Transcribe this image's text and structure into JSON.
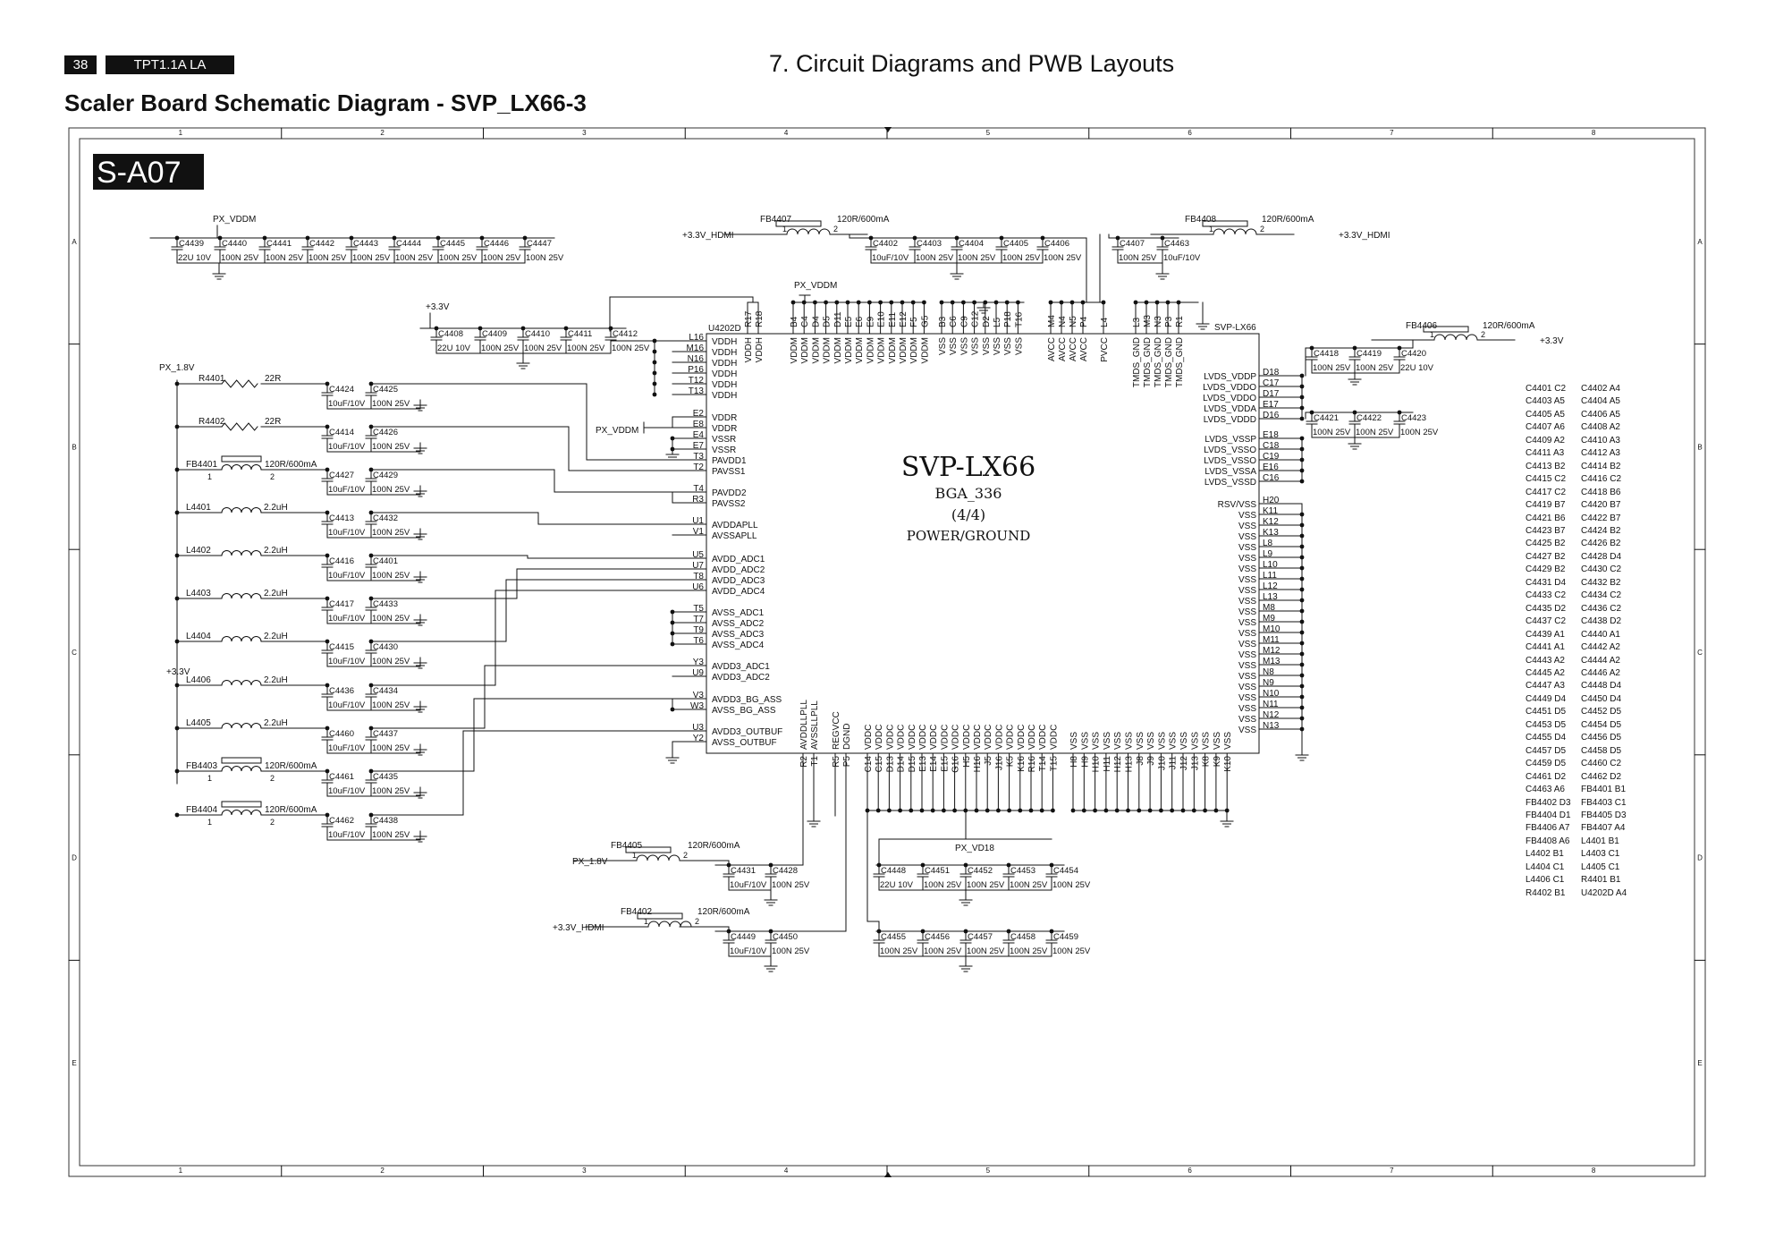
{
  "header": {
    "page_number": "38",
    "model": "TPT1.1A LA",
    "chapter": "7. Circuit Diagrams and PWB Layouts",
    "title": "Scaler Board Schematic Diagram - SVP_LX66-3"
  },
  "frame": {
    "columns": [
      "1",
      "2",
      "3",
      "4",
      "5",
      "6",
      "7",
      "8"
    ],
    "rows": [
      "A",
      "B",
      "C",
      "D",
      "E"
    ]
  },
  "sheet_id": "S-A07",
  "chip": {
    "ref": "U4202D",
    "name": "SVP-LX66",
    "package": "BGA_336",
    "part": "(4/4)",
    "function": "POWER/GROUND",
    "left_pins": [
      {
        "num": "L16",
        "name": "VDDH"
      },
      {
        "num": "M16",
        "name": "VDDH"
      },
      {
        "num": "N16",
        "name": "VDDH"
      },
      {
        "num": "P16",
        "name": "VDDH"
      },
      {
        "num": "T12",
        "name": "VDDH"
      },
      {
        "num": "T13",
        "name": "VDDH"
      },
      {
        "num": "E2",
        "name": "VDDR"
      },
      {
        "num": "E8",
        "name": "VDDR"
      },
      {
        "num": "E4",
        "name": "VSSR"
      },
      {
        "num": "E7",
        "name": "VSSR"
      },
      {
        "num": "T3",
        "name": "PAVDD1"
      },
      {
        "num": "T2",
        "name": "PAVSS1"
      },
      {
        "num": "T4",
        "name": "PAVDD2"
      },
      {
        "num": "R3",
        "name": "PAVSS2"
      },
      {
        "num": "U1",
        "name": "AVDDAPLL"
      },
      {
        "num": "V1",
        "name": "AVSSAPLL"
      },
      {
        "num": "U5",
        "name": "AVDD_ADC1"
      },
      {
        "num": "U7",
        "name": "AVDD_ADC2"
      },
      {
        "num": "T8",
        "name": "AVDD_ADC3"
      },
      {
        "num": "U6",
        "name": "AVDD_ADC4"
      },
      {
        "num": "T5",
        "name": "AVSS_ADC1"
      },
      {
        "num": "T7",
        "name": "AVSS_ADC2"
      },
      {
        "num": "T9",
        "name": "AVSS_ADC3"
      },
      {
        "num": "T6",
        "name": "AVSS_ADC4"
      },
      {
        "num": "Y3",
        "name": "AVDD3_ADC1"
      },
      {
        "num": "U9",
        "name": "AVDD3_ADC2"
      },
      {
        "num": "V3",
        "name": "AVDD3_BG_ASS"
      },
      {
        "num": "W3",
        "name": "AVSS_BG_ASS"
      },
      {
        "num": "U3",
        "name": "AVDD3_OUTBUF"
      },
      {
        "num": "Y2",
        "name": "AVSS_OUTBUF"
      }
    ],
    "right_pins": [
      {
        "num": "D18",
        "name": "LVDS_VDDP"
      },
      {
        "num": "C17",
        "name": "LVDS_VDDO"
      },
      {
        "num": "D17",
        "name": "LVDS_VDDO"
      },
      {
        "num": "E17",
        "name": "LVDS_VDDA"
      },
      {
        "num": "D16",
        "name": "LVDS_VDDD"
      },
      {
        "num": "E18",
        "name": "LVDS_VSSP"
      },
      {
        "num": "C18",
        "name": "LVDS_VSSO"
      },
      {
        "num": "C19",
        "name": "LVDS_VSSO"
      },
      {
        "num": "E16",
        "name": "LVDS_VSSA"
      },
      {
        "num": "C16",
        "name": "LVDS_VSSD"
      },
      {
        "num": "H20",
        "name": "RSV/VSS"
      },
      {
        "num": "K11",
        "name": "VSS"
      },
      {
        "num": "K12",
        "name": "VSS"
      },
      {
        "num": "K13",
        "name": "VSS"
      },
      {
        "num": "L8",
        "name": "VSS"
      },
      {
        "num": "L9",
        "name": "VSS"
      },
      {
        "num": "L10",
        "name": "VSS"
      },
      {
        "num": "L11",
        "name": "VSS"
      },
      {
        "num": "L12",
        "name": "VSS"
      },
      {
        "num": "L13",
        "name": "VSS"
      },
      {
        "num": "M8",
        "name": "VSS"
      },
      {
        "num": "M9",
        "name": "VSS"
      },
      {
        "num": "M10",
        "name": "VSS"
      },
      {
        "num": "M11",
        "name": "VSS"
      },
      {
        "num": "M12",
        "name": "VSS"
      },
      {
        "num": "M13",
        "name": "VSS"
      },
      {
        "num": "N8",
        "name": "VSS"
      },
      {
        "num": "N9",
        "name": "VSS"
      },
      {
        "num": "N10",
        "name": "VSS"
      },
      {
        "num": "N11",
        "name": "VSS"
      },
      {
        "num": "N12",
        "name": "VSS"
      },
      {
        "num": "N13",
        "name": "VSS"
      }
    ],
    "top_pins": [
      {
        "num": "R17",
        "name": "VDDH"
      },
      {
        "num": "R18",
        "name": "VDDH"
      },
      {
        "num": "B4",
        "name": "VDDM"
      },
      {
        "num": "C4",
        "name": "VDDM"
      },
      {
        "num": "D4",
        "name": "VDDM"
      },
      {
        "num": "D5",
        "name": "VDDM"
      },
      {
        "num": "D11",
        "name": "VDDM"
      },
      {
        "num": "E5",
        "name": "VDDM"
      },
      {
        "num": "E6",
        "name": "VDDM"
      },
      {
        "num": "E9",
        "name": "VDDM"
      },
      {
        "num": "E10",
        "name": "VDDM"
      },
      {
        "num": "E11",
        "name": "VDDM"
      },
      {
        "num": "E12",
        "name": "VDDM"
      },
      {
        "num": "F5",
        "name": "VDDM"
      },
      {
        "num": "G5",
        "name": "VDDM"
      },
      {
        "num": "B3",
        "name": "VSS"
      },
      {
        "num": "C6",
        "name": "VSS"
      },
      {
        "num": "C9",
        "name": "VSS"
      },
      {
        "num": "C12",
        "name": "VSS"
      },
      {
        "num": "D2",
        "name": "VSS"
      },
      {
        "num": "L5",
        "name": "VSS"
      },
      {
        "num": "P18",
        "name": "VSS"
      },
      {
        "num": "T16",
        "name": "VSS"
      },
      {
        "num": "M4",
        "name": "AVCC"
      },
      {
        "num": "N4",
        "name": "AVCC"
      },
      {
        "num": "N5",
        "name": "AVCC"
      },
      {
        "num": "P4",
        "name": "AVCC"
      },
      {
        "num": "L4",
        "name": "PVCC"
      },
      {
        "num": "L3",
        "name": "TMDS_GND"
      },
      {
        "num": "M3",
        "name": "TMDS_GND"
      },
      {
        "num": "N3",
        "name": "TMDS_GND"
      },
      {
        "num": "P3",
        "name": "TMDS_GND"
      },
      {
        "num": "R1",
        "name": "TMDS_GND"
      }
    ],
    "bottom_pins": [
      {
        "num": "R2",
        "name": "AVDDLLPLL"
      },
      {
        "num": "T1",
        "name": "AVSSLLPLL"
      },
      {
        "num": "R5",
        "name": "REGVCC"
      },
      {
        "num": "P5",
        "name": "DGND"
      },
      {
        "num": "C14",
        "name": "VDDC"
      },
      {
        "num": "C15",
        "name": "VDDC"
      },
      {
        "num": "D13",
        "name": "VDDC"
      },
      {
        "num": "D14",
        "name": "VDDC"
      },
      {
        "num": "D15",
        "name": "VDDC"
      },
      {
        "num": "E13",
        "name": "VDDC"
      },
      {
        "num": "E14",
        "name": "VDDC"
      },
      {
        "num": "E15",
        "name": "VDDC"
      },
      {
        "num": "G16",
        "name": "VDDC"
      },
      {
        "num": "H5",
        "name": "VDDC"
      },
      {
        "num": "H16",
        "name": "VDDC"
      },
      {
        "num": "J5",
        "name": "VDDC"
      },
      {
        "num": "J16",
        "name": "VDDC"
      },
      {
        "num": "K5",
        "name": "VDDC"
      },
      {
        "num": "K16",
        "name": "VDDC"
      },
      {
        "num": "R16",
        "name": "VDDC"
      },
      {
        "num": "T14",
        "name": "VDDC"
      },
      {
        "num": "T15",
        "name": "VDDC"
      },
      {
        "num": "H8",
        "name": "VSS"
      },
      {
        "num": "H9",
        "name": "VSS"
      },
      {
        "num": "H10",
        "name": "VSS"
      },
      {
        "num": "H11",
        "name": "VSS"
      },
      {
        "num": "H12",
        "name": "VSS"
      },
      {
        "num": "H13",
        "name": "VSS"
      },
      {
        "num": "J8",
        "name": "VSS"
      },
      {
        "num": "J9",
        "name": "VSS"
      },
      {
        "num": "J10",
        "name": "VSS"
      },
      {
        "num": "J11",
        "name": "VSS"
      },
      {
        "num": "J12",
        "name": "VSS"
      },
      {
        "num": "J13",
        "name": "VSS"
      },
      {
        "num": "K8",
        "name": "VSS"
      },
      {
        "num": "K9",
        "name": "VSS"
      },
      {
        "num": "K10",
        "name": "VSS"
      }
    ]
  },
  "nets": {
    "px_vddm": "PX_VDDM",
    "v33_hdmi": "+3.3V_HDMI",
    "v33": "+3.3V",
    "px_18v": "PX_1.8V",
    "px_vd18": "PX_VD18",
    "svp_lx66": "SVP-LX66"
  },
  "cap_rows": [
    {
      "refs": [
        "C4439",
        "C4440",
        "C4441",
        "C4442",
        "C4443",
        "C4444",
        "C4445",
        "C4446",
        "C4447"
      ],
      "values": [
        "22U 10V",
        "100N 25V",
        "100N 25V",
        "100N 25V",
        "100N 25V",
        "100N 25V",
        "100N 25V",
        "100N 25V",
        "100N 25V"
      ]
    },
    {
      "refs": [
        "C4402",
        "C4403",
        "C4404",
        "C4405",
        "C4406"
      ],
      "values": [
        "10uF/10V",
        "100N 25V",
        "100N 25V",
        "100N 25V",
        "100N 25V"
      ]
    },
    {
      "refs": [
        "C4407",
        "C4463"
      ],
      "values": [
        "100N 25V",
        "10uF/10V"
      ]
    },
    {
      "refs": [
        "C4408",
        "C4409",
        "C4410",
        "C4411",
        "C4412"
      ],
      "values": [
        "22U 10V",
        "100N 25V",
        "100N 25V",
        "100N 25V",
        "100N 25V"
      ]
    },
    {
      "refs": [
        "C4418",
        "C4419",
        "C4420"
      ],
      "values": [
        "100N 25V",
        "100N 25V",
        "22U 10V"
      ]
    },
    {
      "refs": [
        "C4421",
        "C4422",
        "C4423"
      ],
      "values": [
        "100N 25V",
        "100N 25V",
        "100N 25V"
      ]
    },
    {
      "refs": [
        "C4431",
        "C4428"
      ],
      "values": [
        "10uF/10V",
        "100N 25V"
      ]
    },
    {
      "refs": [
        "C4449",
        "C4450"
      ],
      "values": [
        "10uF/10V",
        "100N 25V"
      ]
    },
    {
      "refs": [
        "C4448",
        "C4451",
        "C4452",
        "C4453",
        "C4454"
      ],
      "values": [
        "22U 10V",
        "100N 25V",
        "100N 25V",
        "100N 25V",
        "100N 25V"
      ]
    },
    {
      "refs": [
        "C4455",
        "C4456",
        "C4457",
        "C4458",
        "C4459"
      ],
      "values": [
        "100N 25V",
        "100N 25V",
        "100N 25V",
        "100N 25V",
        "100N 25V"
      ]
    }
  ],
  "ferrites": [
    {
      "ref": "FB4407",
      "value": "120R/600mA"
    },
    {
      "ref": "FB4408",
      "value": "120R/600mA"
    },
    {
      "ref": "FB4406",
      "value": "120R/600mA"
    },
    {
      "ref": "FB4405",
      "value": "120R/600mA"
    },
    {
      "ref": "FB4402",
      "value": "120R/600mA"
    }
  ],
  "left_filters": [
    {
      "ref": "R4401",
      "value": "22R",
      "c1": "C4424",
      "c2": "C4425",
      "v1": "10uF/10V",
      "v2": "100N 25V"
    },
    {
      "ref": "R4402",
      "value": "22R",
      "c1": "C4414",
      "c2": "C4426",
      "v1": "10uF/10V",
      "v2": "100N 25V"
    },
    {
      "ref": "FB4401",
      "value": "120R/600mA",
      "c1": "C4427",
      "c2": "C4429",
      "v1": "10uF/10V",
      "v2": "100N 25V"
    },
    {
      "ref": "L4401",
      "value": "2.2uH",
      "c1": "C4413",
      "c2": "C4432",
      "v1": "10uF/10V",
      "v2": "100N 25V"
    },
    {
      "ref": "L4402",
      "value": "2.2uH",
      "c1": "C4416",
      "c2": "C4401",
      "v1": "10uF/10V",
      "v2": "100N 25V"
    },
    {
      "ref": "L4403",
      "value": "2.2uH",
      "c1": "C4417",
      "c2": "C4433",
      "v1": "10uF/10V",
      "v2": "100N 25V"
    },
    {
      "ref": "L4404",
      "value": "2.2uH",
      "c1": "C4415",
      "c2": "C4430",
      "v1": "10uF/10V",
      "v2": "100N 25V"
    },
    {
      "ref": "L4406",
      "value": "2.2uH",
      "c1": "C4436",
      "c2": "C4434",
      "v1": "10uF/10V",
      "v2": "100N 25V"
    },
    {
      "ref": "L4405",
      "value": "2.2uH",
      "c1": "C4460",
      "c2": "C4437",
      "v1": "10uF/10V",
      "v2": "100N 25V"
    },
    {
      "ref": "FB4403",
      "value": "120R/600mA",
      "c1": "C4461",
      "c2": "C4435",
      "v1": "10uF/10V",
      "v2": "100N 25V"
    },
    {
      "ref": "FB4404",
      "value": "120R/600mA",
      "c1": "C4462",
      "c2": "C4438",
      "v1": "10uF/10V",
      "v2": "100N 25V"
    }
  ],
  "location_index": [
    [
      "C4401 C2",
      "C4402 A4"
    ],
    [
      "C4403 A5",
      "C4404 A5"
    ],
    [
      "C4405 A5",
      "C4406 A5"
    ],
    [
      "C4407 A6",
      "C4408 A2"
    ],
    [
      "C4409 A2",
      "C4410 A3"
    ],
    [
      "C4411 A3",
      "C4412 A3"
    ],
    [
      "C4413 B2",
      "C4414 B2"
    ],
    [
      "C4415 C2",
      "C4416 C2"
    ],
    [
      "C4417 C2",
      "C4418 B6"
    ],
    [
      "C4419 B7",
      "C4420 B7"
    ],
    [
      "C4421 B6",
      "C4422 B7"
    ],
    [
      "C4423 B7",
      "C4424 B2"
    ],
    [
      "C4425 B2",
      "C4426 B2"
    ],
    [
      "C4427 B2",
      "C4428 D4"
    ],
    [
      "C4429 B2",
      "C4430 C2"
    ],
    [
      "C4431 D4",
      "C4432 B2"
    ],
    [
      "C4433 C2",
      "C4434 C2"
    ],
    [
      "C4435 D2",
      "C4436 C2"
    ],
    [
      "C4437 C2",
      "C4438 D2"
    ],
    [
      "C4439 A1",
      "C4440 A1"
    ],
    [
      "C4441 A1",
      "C4442 A2"
    ],
    [
      "C4443 A2",
      "C4444 A2"
    ],
    [
      "C4445 A2",
      "C4446 A2"
    ],
    [
      "C4447 A3",
      "C4448 D4"
    ],
    [
      "C4449 D4",
      "C4450 D4"
    ],
    [
      "C4451 D5",
      "C4452 D5"
    ],
    [
      "C4453 D5",
      "C4454 D5"
    ],
    [
      "C4455 D4",
      "C4456 D5"
    ],
    [
      "C4457 D5",
      "C4458 D5"
    ],
    [
      "C4459 D5",
      "C4460 C2"
    ],
    [
      "C4461 D2",
      "C4462 D2"
    ],
    [
      "C4463 A6",
      "FB4401 B1"
    ],
    [
      "FB4402 D3",
      "FB4403 C1"
    ],
    [
      "FB4404 D1",
      "FB4405 D3"
    ],
    [
      "FB4406 A7",
      "FB4407 A4"
    ],
    [
      "FB4408 A6",
      "L4401 B1"
    ],
    [
      "L4402 B1",
      "L4403 C1"
    ],
    [
      "L4404 C1",
      "L4405 C1"
    ],
    [
      "L4406 C1",
      "R4401 B1"
    ],
    [
      "R4402 B1",
      "U4202D A4"
    ]
  ]
}
